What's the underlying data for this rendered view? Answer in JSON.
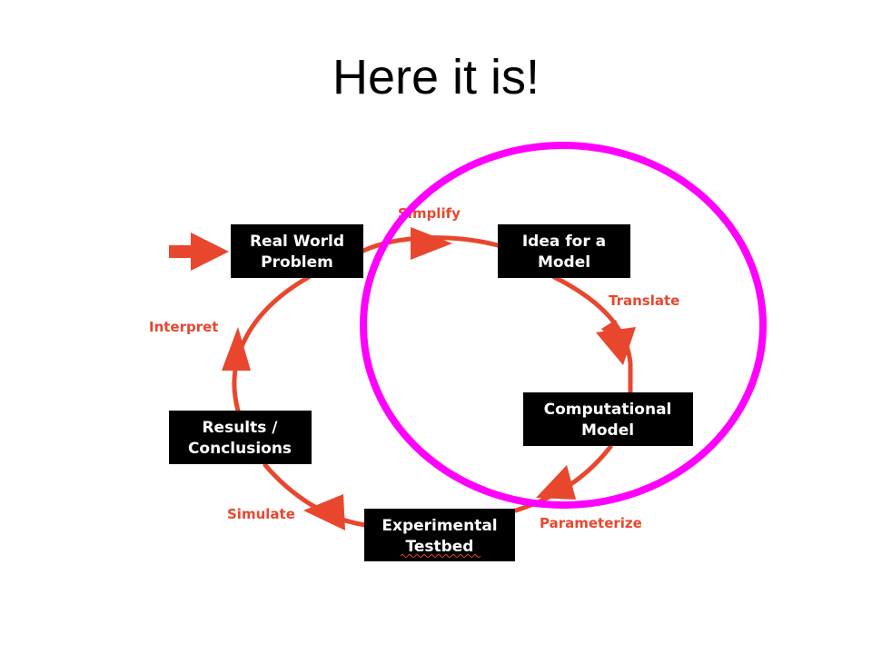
{
  "slide": {
    "title": "Here it is!"
  },
  "diagram": {
    "colors": {
      "cycle": "#e8472e",
      "box": "#000000",
      "box_text": "#ffffff",
      "highlight": "#ff00ff"
    },
    "boxes": {
      "real_world_problem": {
        "line1": "Real World",
        "line2": "Problem"
      },
      "idea_for_model": {
        "line1": "Idea for a",
        "line2": "Model"
      },
      "computational_model": {
        "line1": "Computational",
        "line2": "Model"
      },
      "experimental_testbed": {
        "line1": "Experimental",
        "line2": "Testbed"
      },
      "results_conclusions": {
        "line1": "Results /",
        "line2": "Conclusions"
      }
    },
    "steps": {
      "simplify": "Simplify",
      "translate": "Translate",
      "parameterize": "Parameterize",
      "simulate": "Simulate",
      "interpret": "Interpret"
    }
  }
}
